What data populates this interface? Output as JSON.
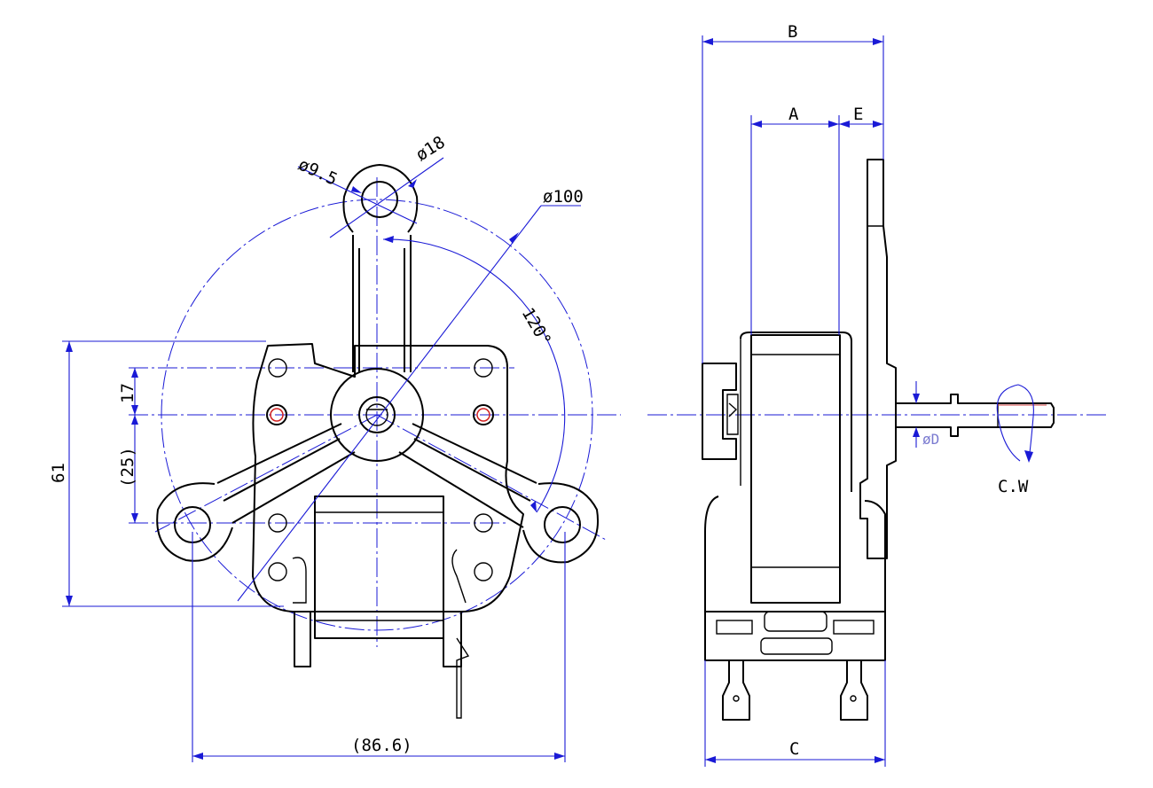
{
  "dimensions": {
    "hole_dia": "ø9.5",
    "boss_dia": "ø18",
    "circle_dia": "ø100",
    "angle": "120°",
    "height_17": "17",
    "height_25": "(25)",
    "height_61": "61",
    "width_86": "(86.6)",
    "side_A": "A",
    "side_B": "B",
    "side_C": "C",
    "side_E": "E",
    "shaft_D": "øD",
    "rotation": "C.W"
  }
}
